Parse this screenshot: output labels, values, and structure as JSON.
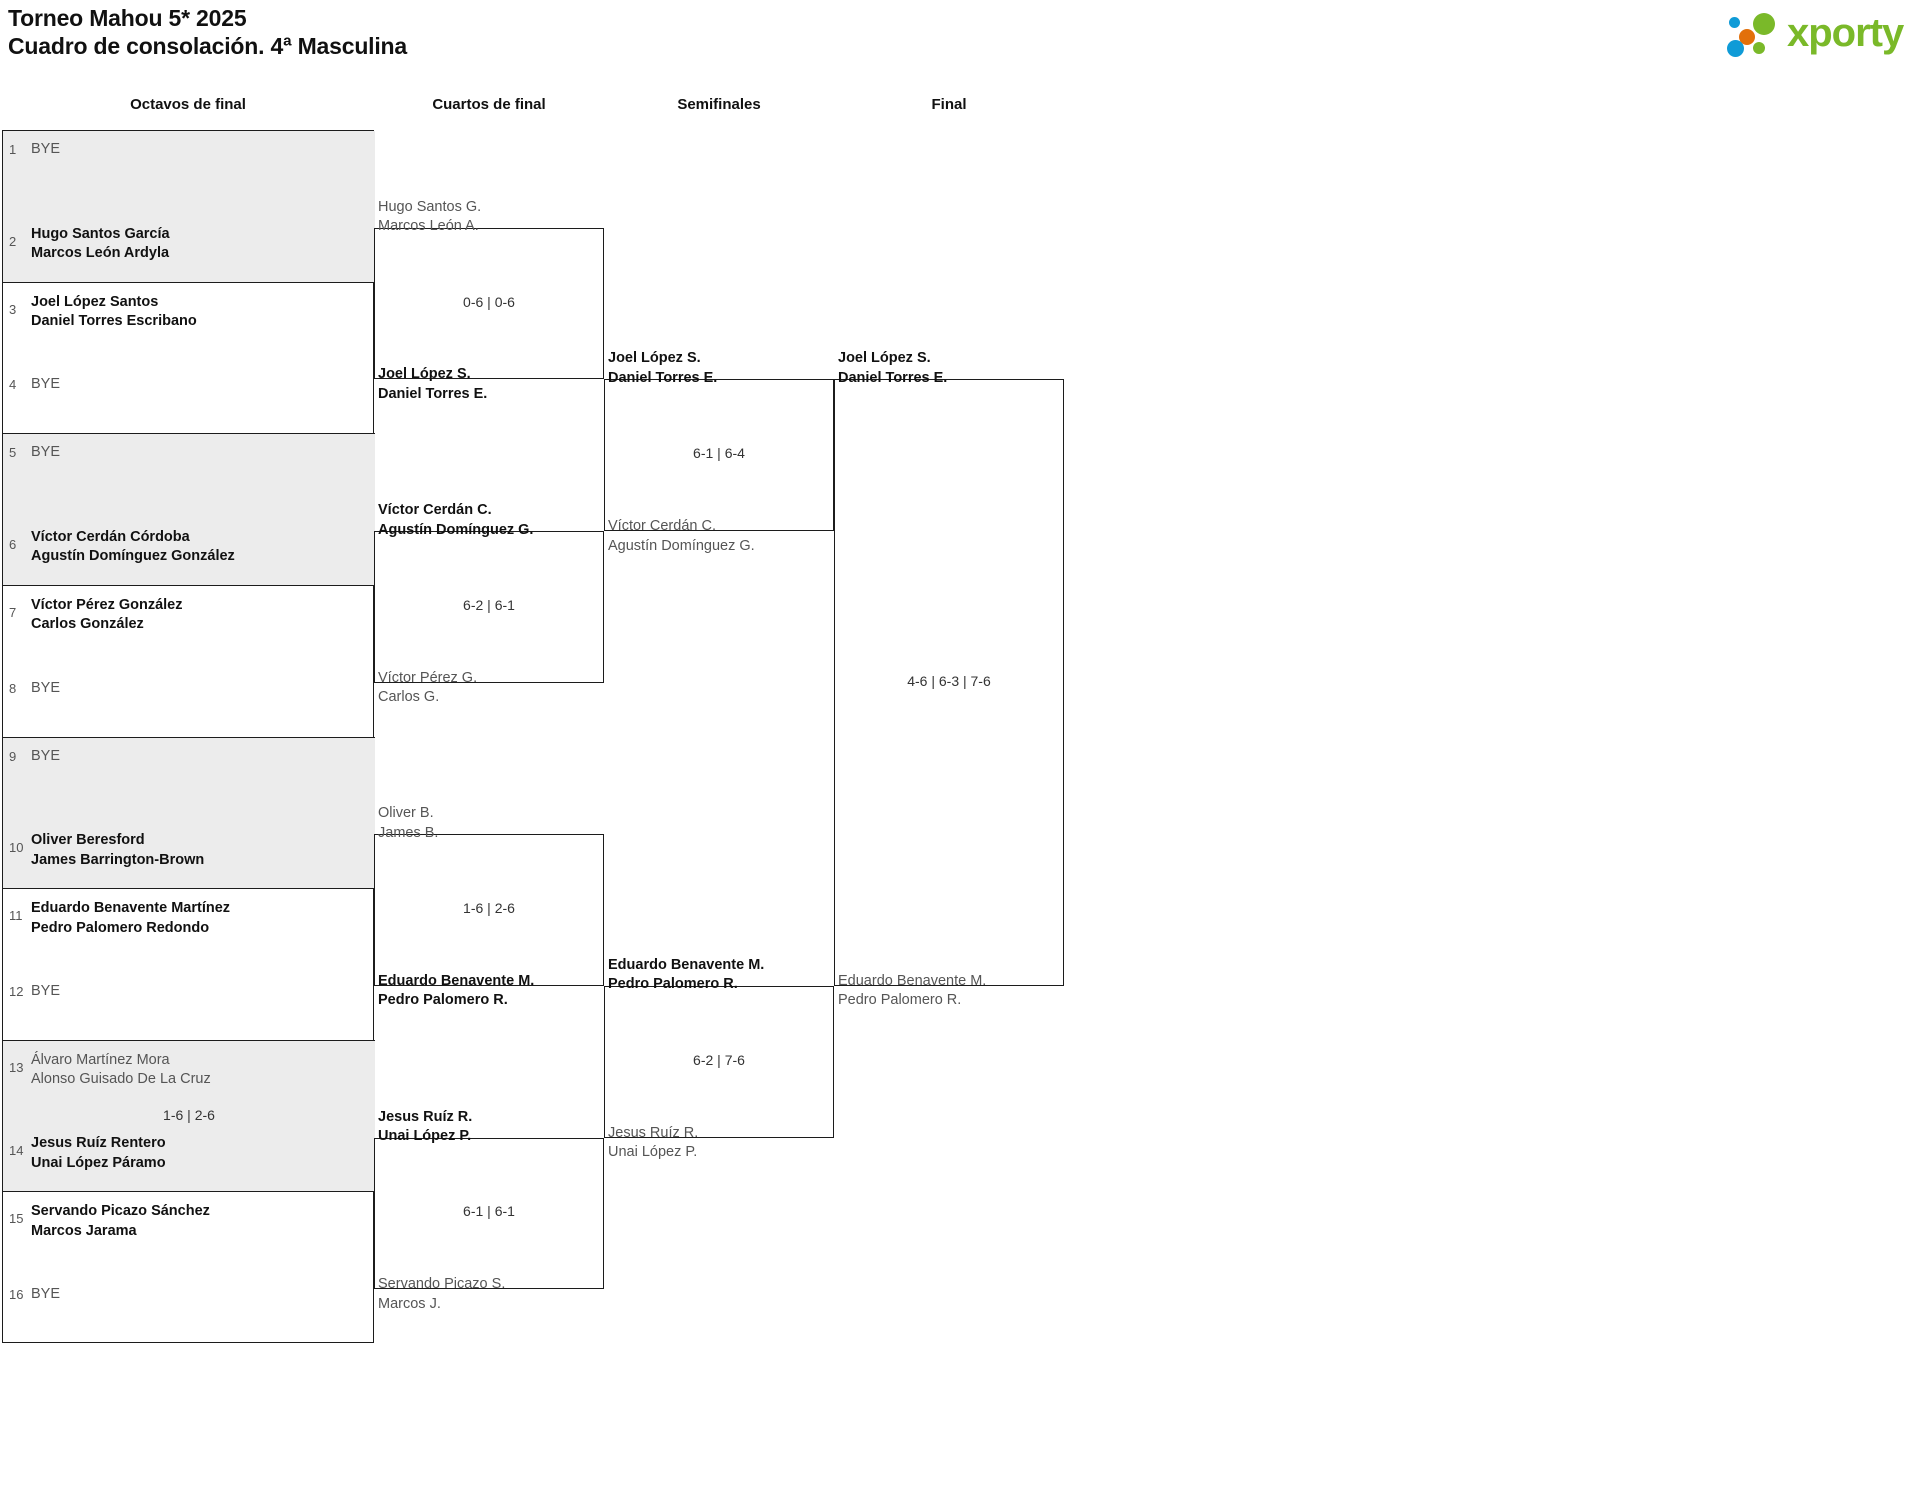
{
  "header": {
    "title_line1": "Torneo Mahou 5* 2025",
    "title_line2": "Cuadro de consolación. 4ª Masculina",
    "logo_word": "xporty",
    "logo_colors": {
      "blue": "#0f9bd7",
      "orange": "#e2700a",
      "green": "#7ab929"
    }
  },
  "rounds": [
    {
      "id": "r16",
      "label": "Octavos de final"
    },
    {
      "id": "qf",
      "label": "Cuartos de final"
    },
    {
      "id": "sf",
      "label": "Semifinales"
    },
    {
      "id": "f",
      "label": "Final"
    }
  ],
  "bye_label": "BYE",
  "round1": {
    "slots": [
      {
        "seed": "1",
        "bye": true,
        "p1": "BYE",
        "p2": "",
        "status": "lose"
      },
      {
        "seed": "2",
        "bye": false,
        "p1": "Hugo Santos García",
        "p2": "Marcos León Ardyla",
        "status": "win"
      },
      {
        "seed": "3",
        "bye": false,
        "p1": "Joel López Santos",
        "p2": "Daniel Torres Escribano",
        "status": "win"
      },
      {
        "seed": "4",
        "bye": true,
        "p1": "BYE",
        "p2": "",
        "status": "lose"
      },
      {
        "seed": "5",
        "bye": true,
        "p1": "BYE",
        "p2": "",
        "status": "lose"
      },
      {
        "seed": "6",
        "bye": false,
        "p1": "Víctor Cerdán Córdoba",
        "p2": "Agustín Domínguez González",
        "status": "win"
      },
      {
        "seed": "7",
        "bye": false,
        "p1": "Víctor Pérez González",
        "p2": "Carlos González",
        "status": "win"
      },
      {
        "seed": "8",
        "bye": true,
        "p1": "BYE",
        "p2": "",
        "status": "lose"
      },
      {
        "seed": "9",
        "bye": true,
        "p1": "BYE",
        "p2": "",
        "status": "lose"
      },
      {
        "seed": "10",
        "bye": false,
        "p1": "Oliver Beresford",
        "p2": "James Barrington-Brown",
        "status": "win"
      },
      {
        "seed": "11",
        "bye": false,
        "p1": "Eduardo Benavente Martínez",
        "p2": "Pedro Palomero Redondo",
        "status": "win"
      },
      {
        "seed": "12",
        "bye": true,
        "p1": "BYE",
        "p2": "",
        "status": "lose"
      },
      {
        "seed": "13",
        "bye": false,
        "p1": "Álvaro Martínez Mora",
        "p2": "Alonso Guisado De La Cruz",
        "status": "lose"
      },
      {
        "seed": "14",
        "bye": false,
        "p1": "Jesus Ruíz Rentero",
        "p2": "Unai López Páramo",
        "status": "win"
      },
      {
        "seed": "15",
        "bye": false,
        "p1": "Servando Picazo Sánchez",
        "p2": "Marcos Jarama",
        "status": "win"
      },
      {
        "seed": "16",
        "bye": true,
        "p1": "BYE",
        "p2": "",
        "status": "lose"
      }
    ],
    "scores": [
      {
        "after_slot": 13,
        "value": "1-6 | 2-6"
      }
    ]
  },
  "quarterfinals": [
    {
      "top": {
        "p1": "Hugo Santos G.",
        "p2": "Marcos León A.",
        "status": "lose"
      },
      "bottom": {
        "p1": "Joel López S.",
        "p2": "Daniel Torres E.",
        "status": "win"
      },
      "score": "0-6 | 0-6"
    },
    {
      "top": {
        "p1": "Víctor Cerdán C.",
        "p2": "Agustín Domínguez G.",
        "status": "win"
      },
      "bottom": {
        "p1": "Víctor Pérez G.",
        "p2": "Carlos G.",
        "status": "lose"
      },
      "score": "6-2 | 6-1"
    },
    {
      "top": {
        "p1": "Oliver B.",
        "p2": "James B.",
        "status": "lose"
      },
      "bottom": {
        "p1": "Eduardo Benavente M.",
        "p2": "Pedro Palomero R.",
        "status": "win"
      },
      "score": "1-6 | 2-6"
    },
    {
      "top": {
        "p1": "Jesus Ruíz R.",
        "p2": "Unai López P.",
        "status": "win"
      },
      "bottom": {
        "p1": "Servando Picazo S.",
        "p2": "Marcos J.",
        "status": "lose"
      },
      "score": "6-1 | 6-1"
    }
  ],
  "semifinals": [
    {
      "top": {
        "p1": "Joel López S.",
        "p2": "Daniel Torres E.",
        "status": "win"
      },
      "bottom": {
        "p1": "Víctor Cerdán C.",
        "p2": "Agustín Domínguez G.",
        "status": "lose"
      },
      "score": "6-1 | 6-4"
    },
    {
      "top": {
        "p1": "Eduardo Benavente M.",
        "p2": "Pedro Palomero R.",
        "status": "win"
      },
      "bottom": {
        "p1": "Jesus Ruíz R.",
        "p2": "Unai López P.",
        "status": "lose"
      },
      "score": "6-2 | 7-6"
    }
  ],
  "final": {
    "top": {
      "p1": "Joel López S.",
      "p2": "Daniel Torres E.",
      "status": "win"
    },
    "bottom": {
      "p1": "Eduardo Benavente M.",
      "p2": "Pedro Palomero R.",
      "status": "lose"
    },
    "score": "4-6 | 6-3 | 7-6"
  }
}
